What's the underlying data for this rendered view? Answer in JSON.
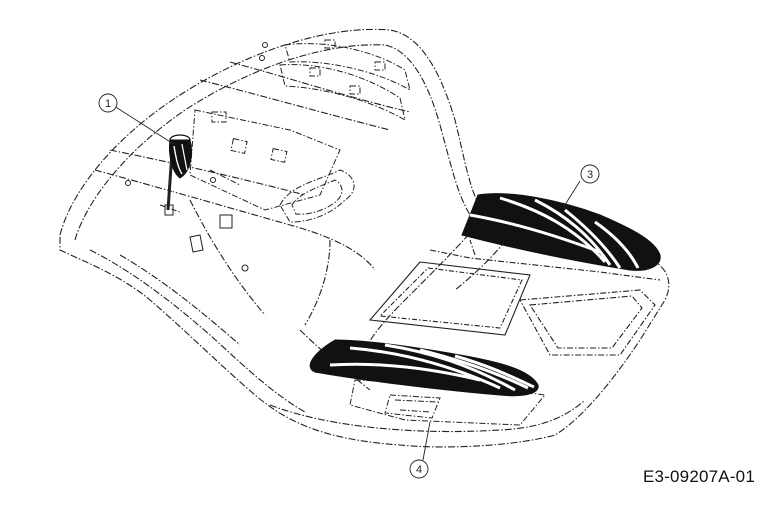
{
  "diagram": {
    "reference_code": "E3-09207A-01",
    "callouts": [
      {
        "id": "1",
        "label": "1",
        "part": "shift-lever"
      },
      {
        "id": "3",
        "label": "3",
        "part": "right-foot-mat"
      },
      {
        "id": "4",
        "label": "4",
        "part": "left-foot-mat"
      }
    ],
    "colors": {
      "line": "#222222",
      "fill": "#ffffff",
      "mat": "#111111"
    }
  }
}
